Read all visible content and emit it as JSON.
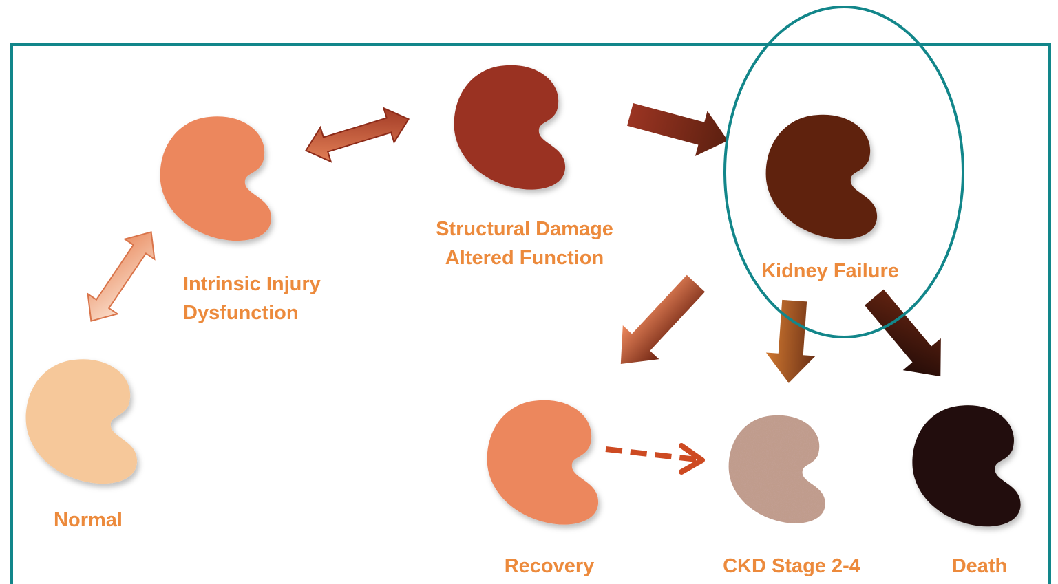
{
  "colors": {
    "frame": "#12868a",
    "highlight_ellipse": "#12868a",
    "label_text": "#ec8a3c",
    "kidney_normal": "#f6c89a",
    "kidney_intrinsic": "#ec875d",
    "kidney_structural": "#9a3020",
    "kidney_failure": "#5e2010",
    "kidney_recovery": "#ec875d",
    "kidney_ckd": "#b08a7a",
    "kidney_death": "#200c08"
  },
  "stages": {
    "normal": {
      "label": "Normal"
    },
    "intrinsic": {
      "label_line1": "Intrinsic Injury",
      "label_line2": "Dysfunction"
    },
    "structural": {
      "label_line1": "Structural Damage",
      "label_line2": "Altered Function"
    },
    "failure": {
      "label": "Kidney Failure",
      "highlighted": true
    },
    "recovery": {
      "label": "Recovery"
    },
    "ckd": {
      "label": "CKD Stage 2-4"
    },
    "death": {
      "label": "Death"
    }
  },
  "transitions": [
    {
      "from": "normal",
      "to": "intrinsic",
      "type": "bidirectional"
    },
    {
      "from": "intrinsic",
      "to": "structural",
      "type": "bidirectional"
    },
    {
      "from": "structural",
      "to": "failure",
      "type": "forward"
    },
    {
      "from": "failure",
      "to": "recovery",
      "type": "forward"
    },
    {
      "from": "failure",
      "to": "ckd",
      "type": "forward"
    },
    {
      "from": "failure",
      "to": "death",
      "type": "forward"
    },
    {
      "from": "recovery",
      "to": "ckd",
      "type": "dashed"
    }
  ]
}
